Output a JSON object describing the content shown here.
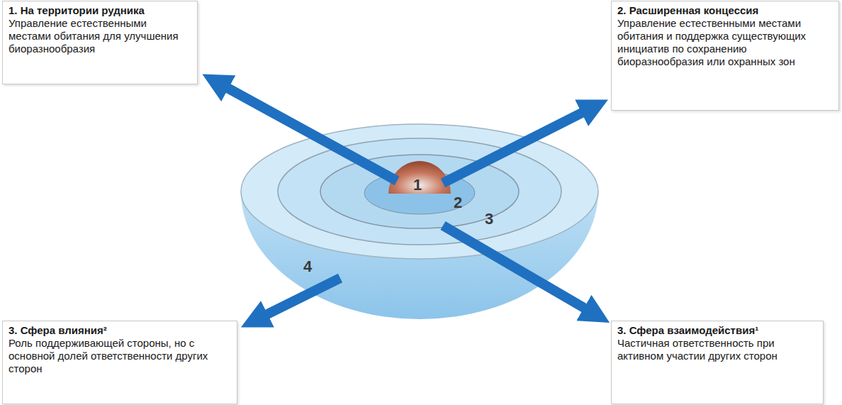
{
  "diagram": {
    "nodes": [
      {
        "text": [
          "1. На территории рудника",
          "Управление естественными местами обитания для улучшения биоразнообразия"
        ]
      },
      {
        "text": [
          "2. Расширенная концессия",
          "Управление естественными местами обитания и поддержка существующих инициатив по сохранению биоразнообразия или охранных зон"
        ]
      },
      {
        "text": [
          "3. Сфера влияния²",
          "Роль поддерживающей стороны, но с основной долей ответственности других сторон"
        ]
      },
      {
        "text": [
          "3. Сфера взаимодействия¹",
          "Частичная ответственность при активном участии других сторон"
        ]
      }
    ],
    "labels": [
      "1",
      "2",
      "3",
      "4"
    ]
  }
}
